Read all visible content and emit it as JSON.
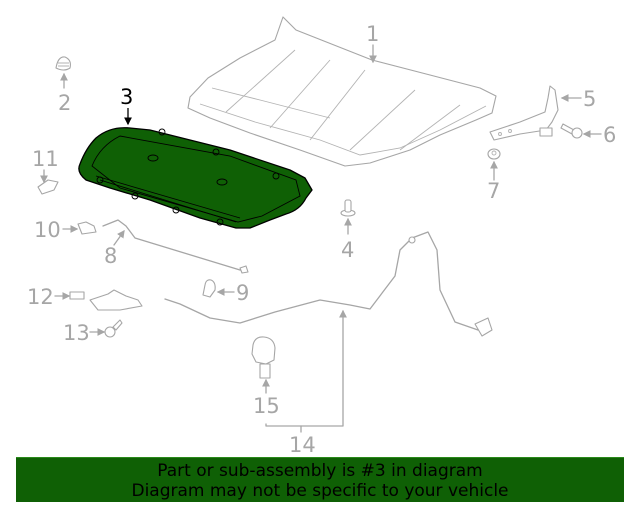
{
  "diagram": {
    "highlighted_part": "3",
    "highlight_color": "#0f6005",
    "callouts": [
      {
        "id": "1",
        "label": "1"
      },
      {
        "id": "2",
        "label": "2"
      },
      {
        "id": "3",
        "label": "3"
      },
      {
        "id": "4",
        "label": "4"
      },
      {
        "id": "5",
        "label": "5"
      },
      {
        "id": "6",
        "label": "6"
      },
      {
        "id": "7",
        "label": "7"
      },
      {
        "id": "8",
        "label": "8"
      },
      {
        "id": "9",
        "label": "9"
      },
      {
        "id": "10",
        "label": "10"
      },
      {
        "id": "11",
        "label": "11"
      },
      {
        "id": "12",
        "label": "12"
      },
      {
        "id": "13",
        "label": "13"
      },
      {
        "id": "14",
        "label": "14"
      },
      {
        "id": "15",
        "label": "15"
      }
    ]
  },
  "banner": {
    "line1": "Part or sub-assembly is #3 in diagram",
    "line2": "Diagram may not be specific to your vehicle",
    "background": "#0f6005"
  }
}
